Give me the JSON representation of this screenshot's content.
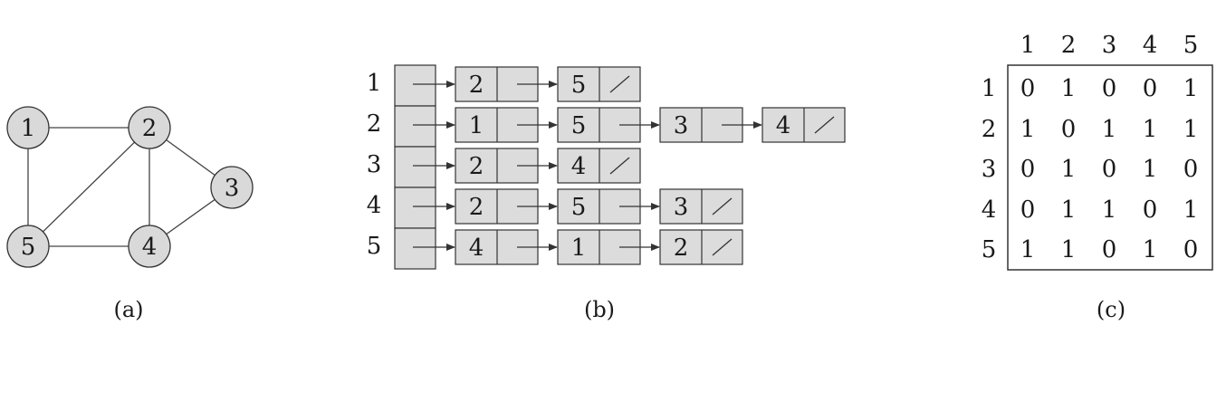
{
  "panels": {
    "a": {
      "caption": "(a)",
      "nodes": [
        {
          "id": "1",
          "label": "1"
        },
        {
          "id": "2",
          "label": "2"
        },
        {
          "id": "3",
          "label": "3"
        },
        {
          "id": "4",
          "label": "4"
        },
        {
          "id": "5",
          "label": "5"
        }
      ],
      "edges": [
        [
          "1",
          "2"
        ],
        [
          "1",
          "5"
        ],
        [
          "2",
          "5"
        ],
        [
          "2",
          "4"
        ],
        [
          "2",
          "3"
        ],
        [
          "3",
          "4"
        ],
        [
          "4",
          "5"
        ]
      ]
    },
    "b": {
      "caption": "(b)",
      "lists": [
        {
          "vertex": "1",
          "items": [
            "2",
            "5"
          ]
        },
        {
          "vertex": "2",
          "items": [
            "1",
            "5",
            "3",
            "4"
          ]
        },
        {
          "vertex": "3",
          "items": [
            "2",
            "4"
          ]
        },
        {
          "vertex": "4",
          "items": [
            "2",
            "5",
            "3"
          ]
        },
        {
          "vertex": "5",
          "items": [
            "4",
            "1",
            "2"
          ]
        }
      ]
    },
    "c": {
      "caption": "(c)",
      "col_labels": [
        "1",
        "2",
        "3",
        "4",
        "5"
      ],
      "row_labels": [
        "1",
        "2",
        "3",
        "4",
        "5"
      ],
      "matrix": [
        [
          "0",
          "1",
          "0",
          "0",
          "1"
        ],
        [
          "1",
          "0",
          "1",
          "1",
          "1"
        ],
        [
          "0",
          "1",
          "0",
          "1",
          "0"
        ],
        [
          "0",
          "1",
          "1",
          "0",
          "1"
        ],
        [
          "1",
          "1",
          "0",
          "1",
          "0"
        ]
      ]
    }
  }
}
